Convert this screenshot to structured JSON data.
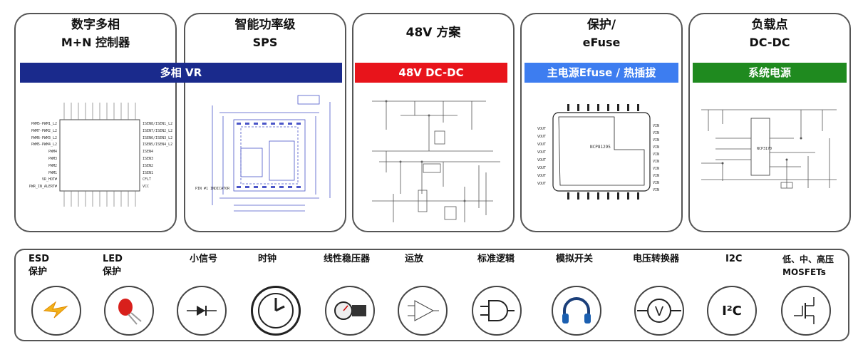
{
  "cards": [
    {
      "id": "multiphase",
      "title1": "数字多相",
      "title2": "M+N 控制器"
    },
    {
      "id": "sps",
      "title1": "智能功率级",
      "title2": "SPS"
    },
    {
      "id": "v48",
      "title1": "48V 方案",
      "title2": ""
    },
    {
      "id": "protection",
      "title1": "保护/",
      "title2": "eFuse"
    },
    {
      "id": "pol",
      "title1": "负载点",
      "title2": "DC-DC"
    }
  ],
  "banners": [
    {
      "label": "多相 VR",
      "color": "#1a2a8c"
    },
    {
      "label": "48V DC-DC",
      "color": "#e8141b"
    },
    {
      "label": "主电源Efuse / 热插拔",
      "color": "#3d7df0"
    },
    {
      "label": "系统电源",
      "color": "#1f8a1f"
    }
  ],
  "chip_multiphase": {
    "left_pins": [
      "PWM5-PWM1_L2",
      "PWM7-PWM2_L2",
      "PWM6-PWM3_L2",
      "PWM5-PWM4_L2",
      "PWM4",
      "PWM3",
      "PWM2",
      "PWM1",
      "VR_HOT#",
      "PWR_IN_ALERT#"
    ],
    "right_pins": [
      "ISEN8/ISEN1_L2",
      "ISEN7/ISEN2_L2",
      "ISEN6/ISEN3_L2",
      "ISEN5/ISEN4_L2",
      "ISEN4",
      "ISEN3",
      "ISEN2",
      "ISEN1",
      "CFLT",
      "VCC"
    ]
  },
  "chip_efuse": {
    "part": "NCP81295",
    "left_pins": [
      "VOUT",
      "VOUT",
      "VOUT",
      "VOUT",
      "VOUT",
      "VOUT",
      "VOUT",
      "VOUT"
    ],
    "right_pins": [
      "VIN",
      "VIN",
      "VIN",
      "VIN",
      "VIN",
      "VIN",
      "VIN",
      "VIN",
      "VIN",
      "VIN"
    ]
  },
  "chip_pol": {
    "part": "NCP3170"
  },
  "sps_note": "PIN #1 INDICATOR",
  "bottom_items": [
    {
      "label": "ESD\n保护",
      "icon": "esd-lightning-icon"
    },
    {
      "label": "LED\n保护",
      "icon": "led-icon"
    },
    {
      "label": "小信号",
      "icon": "diode-icon"
    },
    {
      "label": "时钟",
      "icon": "clock-icon"
    },
    {
      "label": "线性稳压器",
      "icon": "pressure-regulator-icon"
    },
    {
      "label": "运放",
      "icon": "opamp-icon"
    },
    {
      "label": "标准逻辑",
      "icon": "and-gate-icon"
    },
    {
      "label": "模拟开关",
      "icon": "headphones-icon"
    },
    {
      "label": "电压转换器",
      "icon": "voltmeter-icon"
    },
    {
      "label": "I2C",
      "icon": "i2c-icon",
      "icon_text": "I²C"
    },
    {
      "label": "低、中、高压\nMOSFETs",
      "icon": "mosfet-icon"
    }
  ]
}
